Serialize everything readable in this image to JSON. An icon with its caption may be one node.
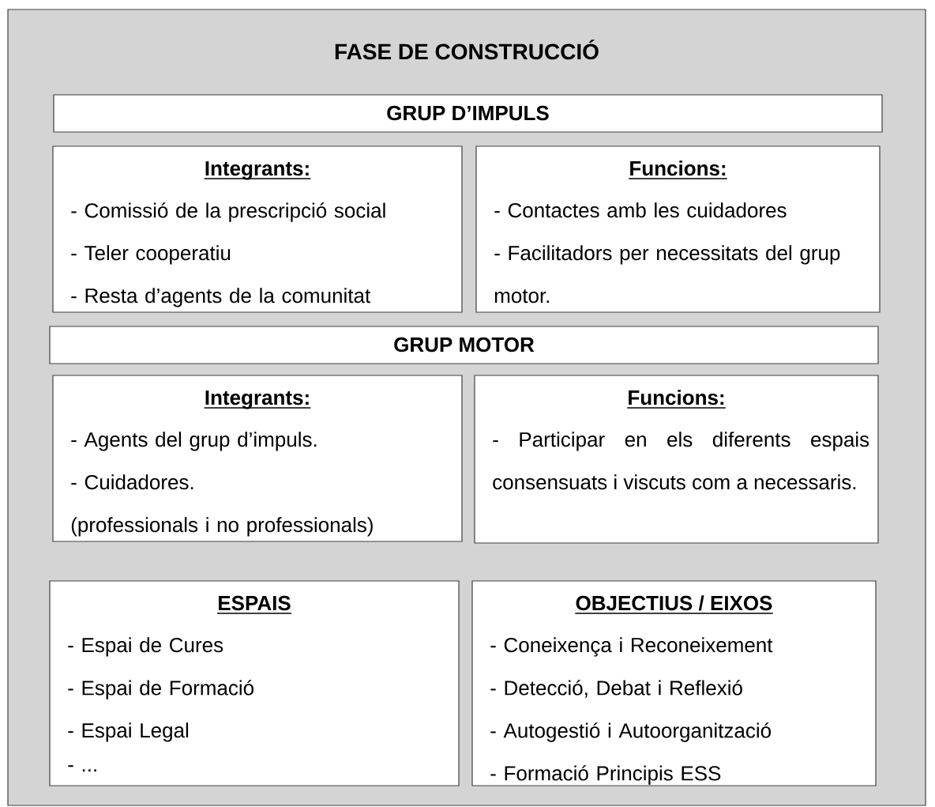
{
  "diagram": {
    "nodes": [
      {
        "text": [
          "FASE DE CONSTRUCCIÓ"
        ]
      },
      {
        "text": [
          "GRUP D’IMPULS"
        ],
        "in": 0
      },
      {
        "text": [
          "Integrants:",
          "- Comissió de la prescripció social",
          "- Teler cooperatiu",
          "- Resta d’agents de la comunitat"
        ],
        "in": 0
      },
      {
        "text": [
          "Funcions:",
          "- Contactes amb les cuidadores",
          "- Facilitadors per necessitats del grup motor."
        ],
        "in": 0
      },
      {
        "text": [
          "GRUP MOTOR"
        ],
        "in": 0
      },
      {
        "text": [
          "Integrants:",
          "- Agents del grup d’impuls.",
          "- Cuidadores.",
          "(professionals i no professionals)"
        ],
        "in": 0
      },
      {
        "text": [
          "Funcions:",
          "- Participar en els diferents espais consensuats i viscuts com a necessaris."
        ],
        "in": 0
      },
      {
        "text": [
          "ESPAIS",
          "- Espai de Cures",
          "- Espai de Formació",
          "- Espai Legal",
          "- ..."
        ],
        "in": 0
      },
      {
        "text": [
          "OBJECTIUS / EIXOS",
          "- Coneixença i Reconeixement",
          "- Detecció, Debat i Reflexió",
          "- Autogestió i Autoorganització",
          "- Formació Principis ESS"
        ],
        "in": 0
      }
    ]
  }
}
